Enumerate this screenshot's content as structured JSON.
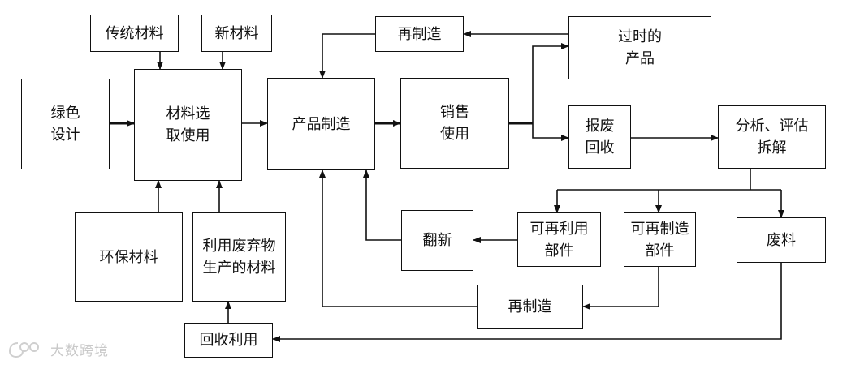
{
  "diagram": {
    "nodes": {
      "traditional_materials": "传统材料",
      "new_materials": "新材料",
      "green_design": "绿色\n设计",
      "material_selection": "材料选\n取使用",
      "eco_materials": "环保材料",
      "waste_derived_materials": "利用废弃物\n生产的材料",
      "recycling_use": "回收利用",
      "manufacturing": "产品制造",
      "sales_use": "销售\n使用",
      "remanufacture_top": "再制造",
      "obsolete_products": "过时的\n产品",
      "scrap_recycling": "报废\n回收",
      "analysis_disassembly": "分析、评估\n拆解",
      "refurbish": "翻新",
      "reusable_parts": "可再利用\n部件",
      "remanufacturable_parts": "可再制造\n部件",
      "waste_material": "废料",
      "remanufacture_bottom": "再制造"
    }
  },
  "watermark": {
    "text": "大数跨境"
  }
}
